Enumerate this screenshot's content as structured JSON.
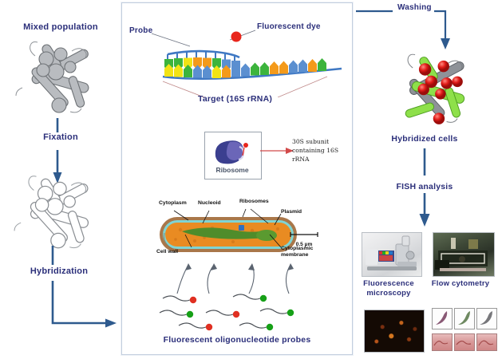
{
  "left": {
    "steps": [
      {
        "label": "Mixed population",
        "name": "mixed-population"
      },
      {
        "label": "Fixation",
        "name": "fixation"
      },
      {
        "label": "Hybridization",
        "name": "hybridization"
      }
    ]
  },
  "center": {
    "probe_label": "Probe",
    "dye_label": "Fluorescent dye",
    "target_label": "Target (16S rRNA)",
    "ribosome_label": "Ribosome",
    "subunit_text": "30S subunit containing 16S rRNA",
    "scalebar_text": "0.5 µm",
    "probes_caption": "Fluorescent oligonucleotide probes",
    "cell_labels": {
      "cytoplasm": "Cytoplasm",
      "nucleoid": "Nucleoid",
      "ribosomes": "Ribosomes",
      "plasmid": "Plasmid",
      "cell_wall": "Cell wall",
      "cytoplasmic_membrane": "Cytoplasmic membrane"
    },
    "nucleotides_top": [
      "green",
      "green",
      "yellow",
      "orange",
      "orange",
      "green",
      "blue",
      "blue",
      "green",
      "blue"
    ],
    "nucleotides_bottom": [
      "yellow",
      "yellow",
      "green",
      "blue",
      "blue",
      "yellow",
      "orange",
      "green",
      "blue",
      "orange",
      "green"
    ],
    "dye_color": "#e8261c"
  },
  "right": {
    "washing_label": "Washing",
    "hybridized_cells_label": "Hybridized cells",
    "fish_analysis_label": "FISH analysis",
    "fluorescence_microscopy_label": "Fluorescence microscopy",
    "flow_cytometry_label": "Flow cytometry"
  },
  "colors": {
    "arrow_navy": "#2e5a8e",
    "text_navy": "#2b2f7a",
    "dye_red": "#e8261c",
    "probe_green": "#16a017",
    "nucleotide_green": "#3cb43c",
    "nucleotide_blue": "#5b8fd0",
    "nucleotide_yellow": "#f2e315",
    "nucleotide_orange": "#f49a1a",
    "cell_cytoplasm": "#e98b22",
    "cell_nucleoid": "#4f8c2b",
    "cell_wall": "#a9774a",
    "cell_membrane": "#7fd4d4"
  }
}
